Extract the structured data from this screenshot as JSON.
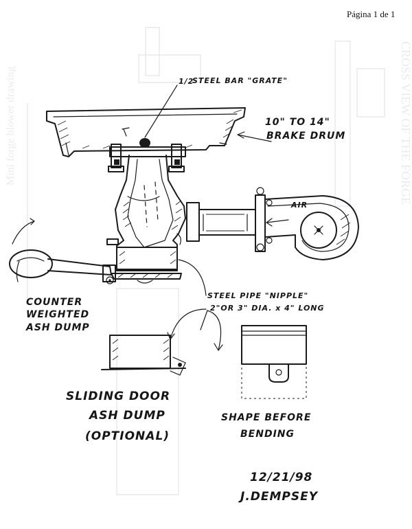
{
  "page_label": "Página 1 de 1",
  "labels": {
    "grate": "1/2\" STEEL BAR \"GRATE\"",
    "grate_fraction": "1/2",
    "grate_text": "STEEL BAR \"GRATE\"",
    "drum_line1": "10\" TO 14\"",
    "drum_line2": "BRAKE DRUM",
    "air": "AIR",
    "pipe_line1": "STEEL PIPE \"NIPPLE\"",
    "pipe_line2": "2\"OR 3\" DIA. x 4\" LONG",
    "counter_line1": "COUNTER",
    "counter_line2": "WEIGHTED",
    "counter_line3": "ASH DUMP",
    "sliding_line1": "SLIDING DOOR",
    "sliding_line2": "ASH DUMP",
    "sliding_line3": "(OPTIONAL)",
    "shape_line1": "SHAPE BEFORE",
    "shape_line2": "BENDING",
    "date": "12/21/98",
    "author": "J.DEMPSEY"
  }
}
